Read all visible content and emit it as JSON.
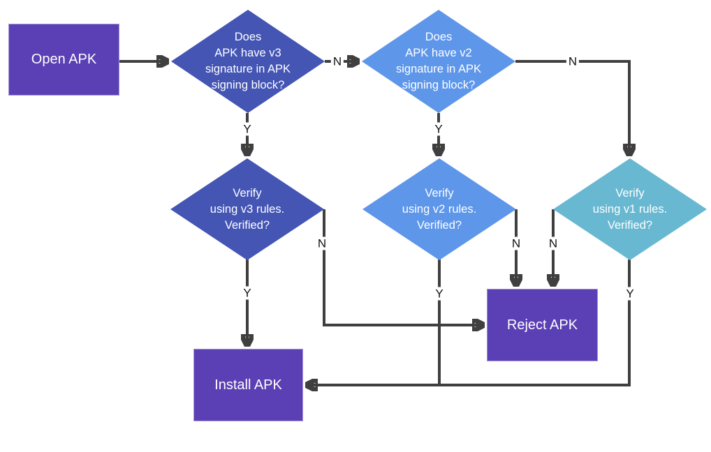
{
  "nodes": {
    "open_apk": {
      "label": "Open APK",
      "type": "process"
    },
    "q_v3": {
      "label": "Does\nAPK have v3\nsignature in APK\nsigning block?",
      "type": "decision"
    },
    "q_v2": {
      "label": "Does\nAPK have v2\nsignature in APK\nsigning block?",
      "type": "decision"
    },
    "verify_v3": {
      "label": "Verify\nusing v3 rules.\nVerified?",
      "type": "decision"
    },
    "verify_v2": {
      "label": "Verify\nusing v2 rules.\nVerified?",
      "type": "decision"
    },
    "verify_v1": {
      "label": "Verify\nusing v1 rules.\nVerified?",
      "type": "decision"
    },
    "reject_apk": {
      "label": "Reject APK",
      "type": "process"
    },
    "install_apk": {
      "label": "Install APK",
      "type": "process"
    }
  },
  "edge_labels": {
    "q_v3_no": "N",
    "q_v3_yes": "Y",
    "q_v2_no": "N",
    "q_v2_yes": "Y",
    "verify_v3_no": "N",
    "verify_v3_yes": "Y",
    "verify_v2_no": "N",
    "verify_v2_yes": "Y",
    "verify_v1_no": "N",
    "verify_v1_yes": "Y"
  },
  "colors": {
    "purple": "#5b3fb4",
    "dark_blue": "#4455b4",
    "light_blue": "#5e96ea",
    "teal": "#68b8d1",
    "arrow": "#3f3f3f",
    "node_text": "#ffffff",
    "label_text": "#111111",
    "background": "#ffffff"
  }
}
